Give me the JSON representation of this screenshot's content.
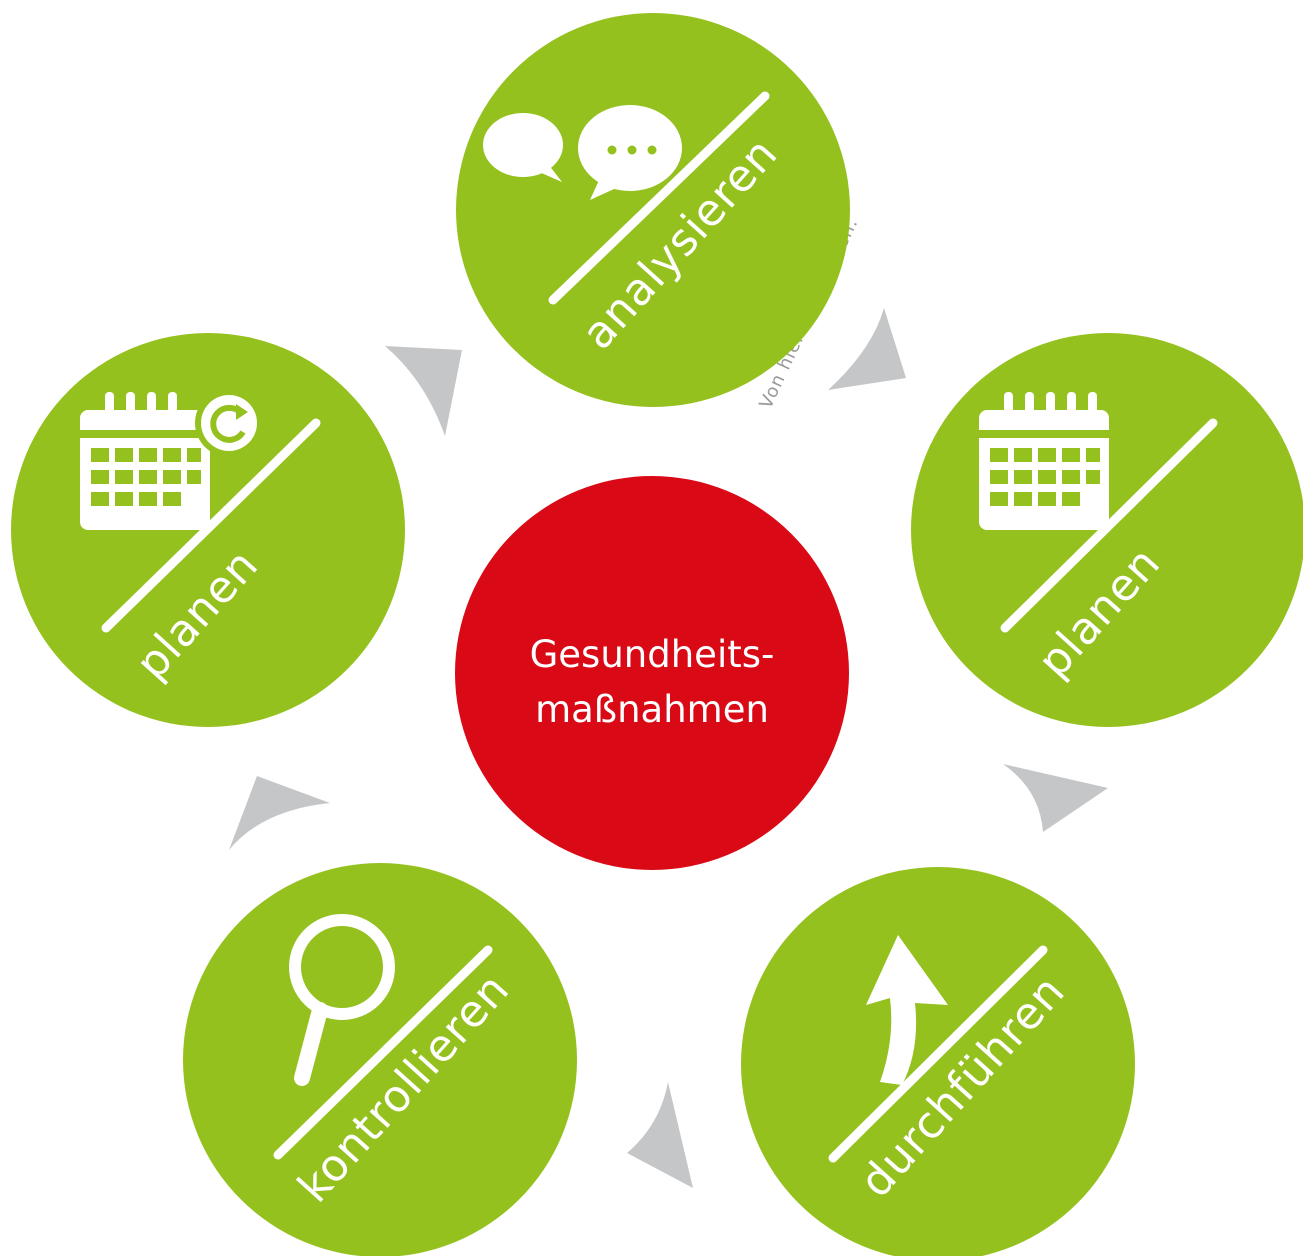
{
  "colors": {
    "step_green": "#95c11f",
    "center_red": "#d90a16",
    "arrow_grey": "#c5c6c8",
    "icon_white": "#ffffff",
    "hint_grey": "#9a9a9a"
  },
  "center": {
    "line1": "Gesundheits-",
    "line2": "maßnahmen"
  },
  "start_hint": "Von hier aus starten.",
  "steps": [
    {
      "label": "analysieren",
      "icon": "speech-bubbles-icon"
    },
    {
      "label": "planen",
      "icon": "calendar-icon"
    },
    {
      "label": "durchführen",
      "icon": "curved-arrow-up-icon"
    },
    {
      "label": "kontrollieren",
      "icon": "magnifier-icon"
    },
    {
      "label": "planen",
      "icon": "calendar-refresh-icon"
    }
  ]
}
